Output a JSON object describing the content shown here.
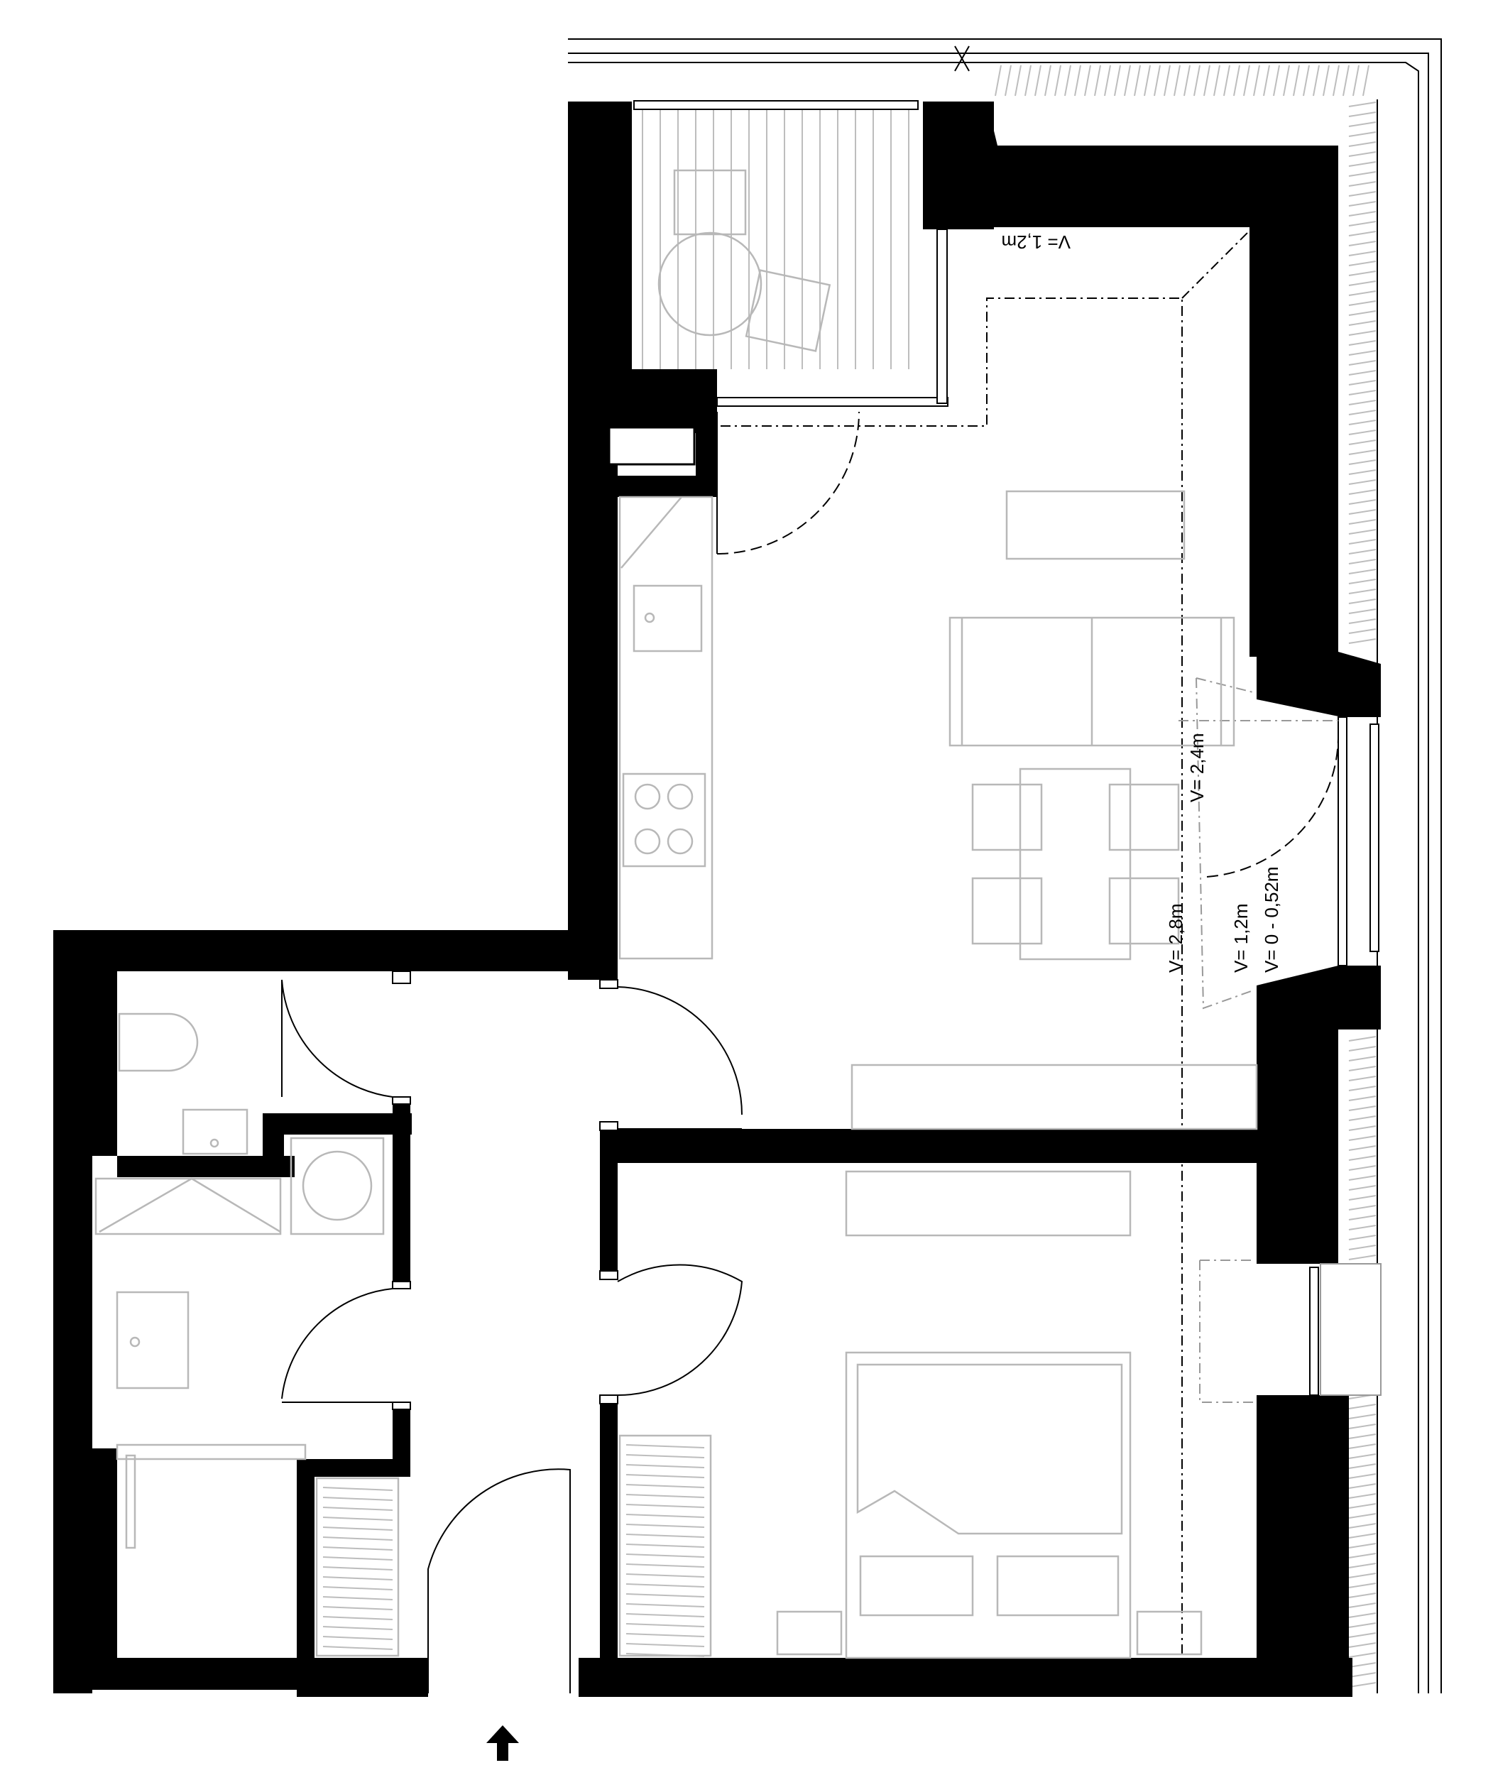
{
  "height_labels": {
    "terrace": "V= 1,2m",
    "window_top": "V= 2,4m",
    "room": "V= 2,8m",
    "window_sill": "V= 1,2m",
    "attic": "V= 0 - 0,52m"
  },
  "colors": {
    "wall": "#000000",
    "furniture": "#b8b8b8",
    "background": "#ffffff"
  },
  "icons": {
    "entrance": "arrow-up-icon"
  }
}
